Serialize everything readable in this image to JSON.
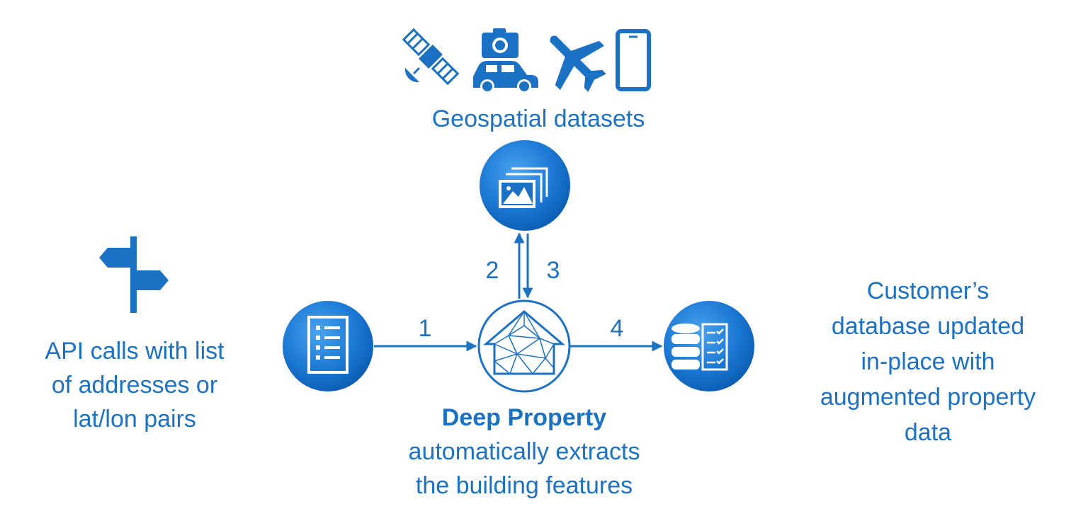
{
  "colors": {
    "primary": "#1b72c4",
    "circle_dark": "#0b5eb0",
    "circle_light": "#3f9ae8",
    "background": "#ffffff"
  },
  "icons": {
    "sources": [
      "satellite-icon",
      "camera-car-icon",
      "airplane-icon",
      "smartphone-icon"
    ],
    "geo": "image-gallery-icon",
    "input": "address-list-icon",
    "engine": "house-mesh-icon",
    "output": "database-checklist-icon",
    "signpost": "signpost-icon"
  },
  "labels": {
    "geospatial": "Geospatial datasets",
    "api_lines": [
      "API calls with list",
      "of addresses or",
      "lat/lon pairs"
    ],
    "deep_property_title": "Deep Property",
    "deep_property_lines": [
      "automatically extracts",
      "the building features"
    ],
    "customer_lines": [
      "Customer’s",
      "database updated",
      "in-place with",
      "augmented property",
      "data"
    ]
  },
  "steps": {
    "step1": "1",
    "step2": "2",
    "step3": "3",
    "step4": "4"
  }
}
